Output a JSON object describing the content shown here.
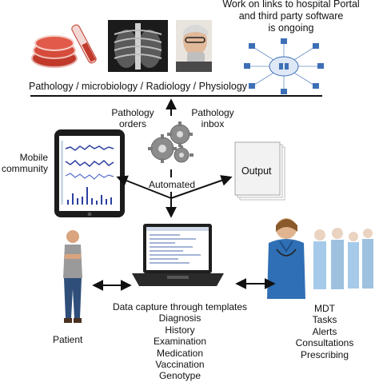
{
  "top_note": [
    "Work on links to hospital Portal",
    "and third party software",
    "is ongoing"
  ],
  "services_bar": "Pathology / microbiology / Radiology / Physiology",
  "pathology_orders": [
    "Pathology",
    "orders"
  ],
  "pathology_inbox": [
    "Pathology",
    "inbox"
  ],
  "mobile_community": [
    "Mobile",
    "community"
  ],
  "automated": "Automated",
  "output": "Output",
  "patient": "Patient",
  "templates": {
    "heading": "Data capture through templates",
    "items": [
      "Diagnosis",
      "History",
      "Examination",
      "Medication",
      "Vaccination",
      "Genotype"
    ]
  },
  "mdt": {
    "items": [
      "MDT",
      "Tasks",
      "Alerts",
      "Consultations",
      "Prescribing"
    ]
  },
  "colors": {
    "line": "#111111",
    "gear": "#8c8c8c",
    "network": "#3d6fb6",
    "scrub_blue": "#2f6fb5",
    "test_tube_red": "#c0392b"
  }
}
